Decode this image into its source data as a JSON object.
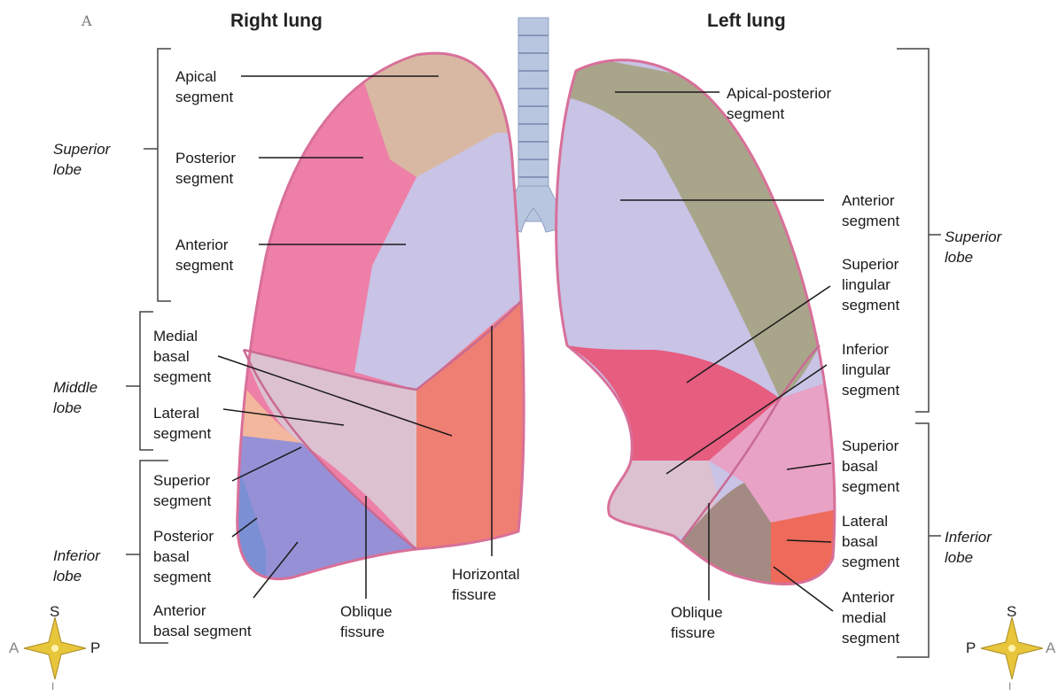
{
  "panel_letter": "A",
  "headers": {
    "right": "Right lung",
    "left": "Left lung"
  },
  "right_lung": {
    "lobes": {
      "superior": "Superior\nlobe",
      "middle": "Middle\nlobe",
      "inferior": "Inferior\nlobe"
    },
    "segments": {
      "apical": "Apical\nsegment",
      "posterior": "Posterior\nsegment",
      "anterior": "Anterior\nsegment",
      "medial_basal": "Medial\nbasal\nsegment",
      "lateral": "Lateral\nsegment",
      "superior": "Superior\nsegment",
      "posterior_basal": "Posterior\nbasal\nsegment",
      "anterior_basal": "Anterior\nbasal segment"
    },
    "fissures": {
      "oblique": "Oblique\nfissure",
      "horizontal": "Horizontal\nfissure"
    }
  },
  "left_lung": {
    "lobes": {
      "superior": "Superior\nlobe",
      "inferior": "Inferior\nlobe"
    },
    "segments": {
      "apical_posterior": "Apical-posterior\nsegment",
      "anterior": "Anterior\nsegment",
      "superior_lingular": "Superior\nlingular\nsegment",
      "inferior_lingular": "Inferior\nlingular\nsegment",
      "superior_basal": "Superior\nbasal\nsegment",
      "lateral_basal": "Lateral\nbasal\nsegment",
      "anterior_medial": "Anterior\nmedial\nsegment"
    },
    "fissures": {
      "oblique": "Oblique\nfissure"
    }
  },
  "compass_left": {
    "top": "S",
    "left": "A",
    "right": "P",
    "bottom": "I"
  },
  "compass_right": {
    "top": "S",
    "left": "P",
    "right": "A",
    "bottom": "I"
  },
  "colors": {
    "pink": "#ee7fa6",
    "apical": "#d9b8a3",
    "lavender": "#c9c3e6",
    "salmon": "#ee7f72",
    "middle_light": "#dcc1d0",
    "blue_purple": "#9690d6",
    "olive": "#a9a58a",
    "red_pink": "#e65d80",
    "compass_gold": "#e8c63c"
  }
}
